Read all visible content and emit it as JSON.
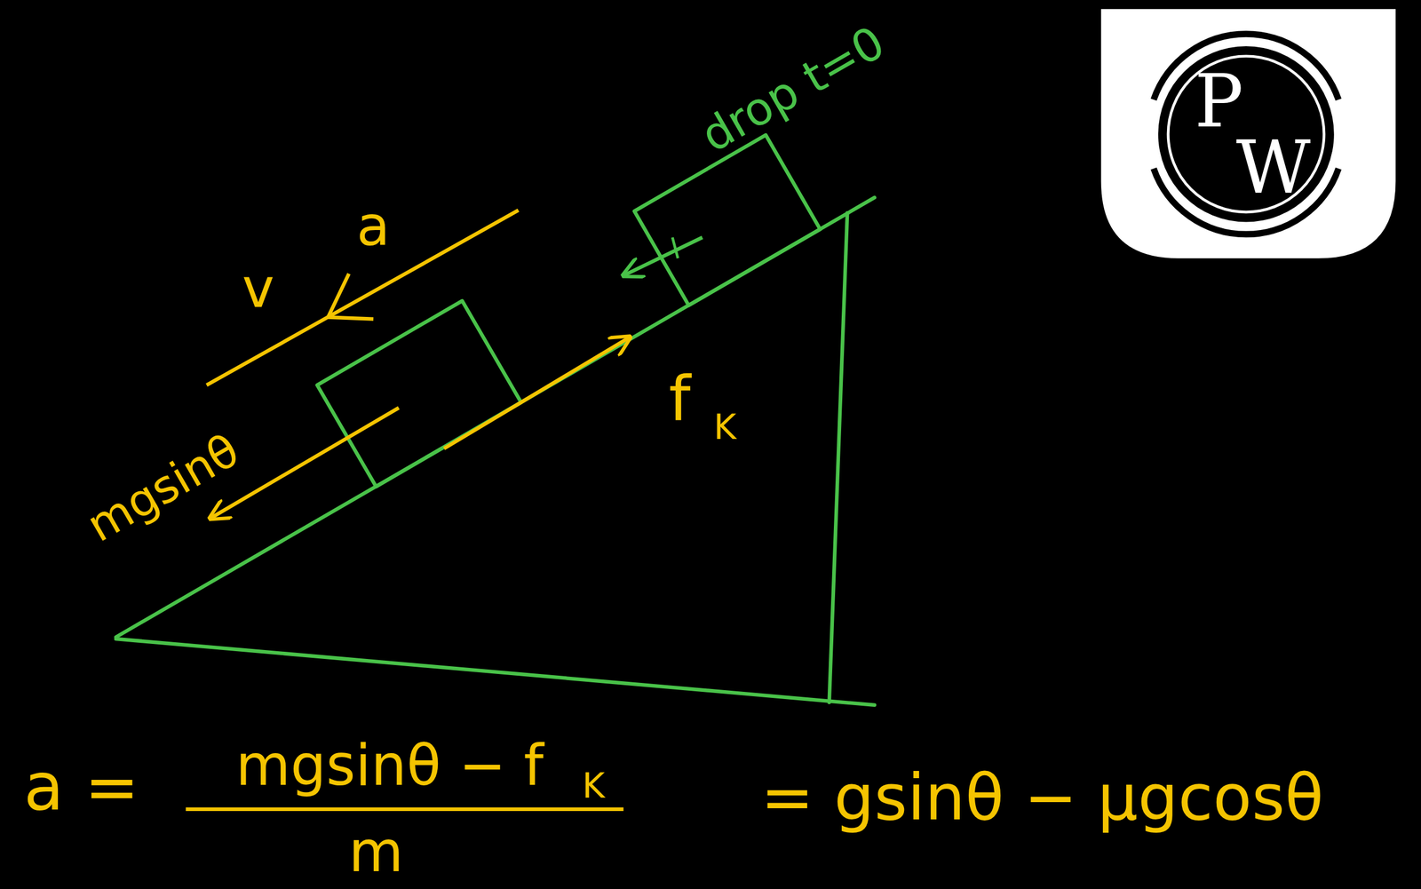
{
  "diagram": {
    "labels": [
      "drop t=0",
      "v",
      "a",
      "mgsinθ",
      "f",
      "K",
      "a =",
      "mgsinθ − f",
      "K",
      "m",
      "= gsinθ − μgcosθ",
      "P",
      "W"
    ]
  }
}
